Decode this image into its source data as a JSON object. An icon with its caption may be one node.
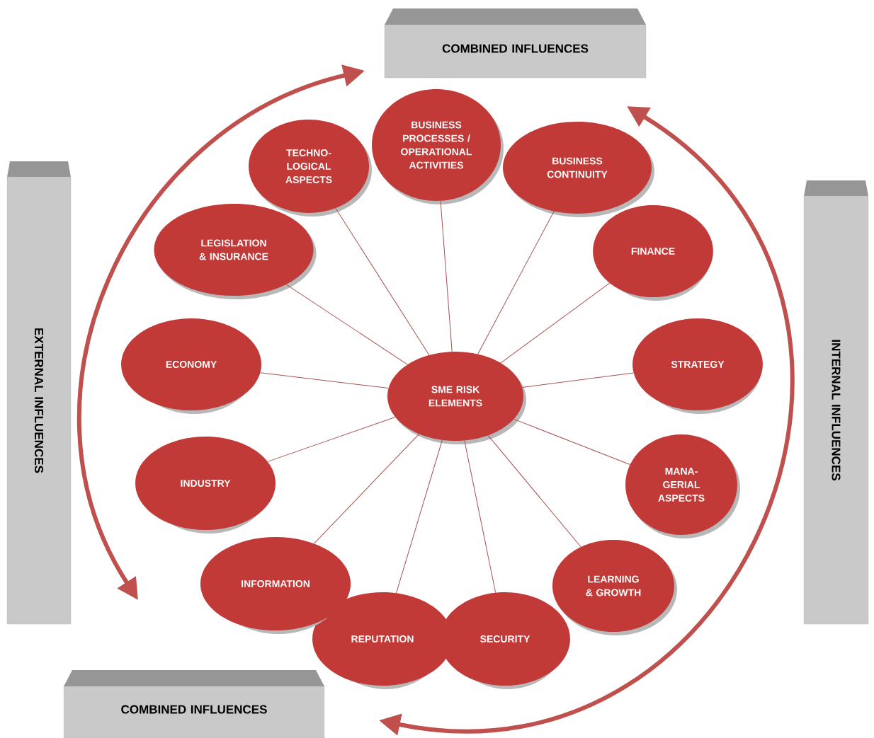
{
  "diagram": {
    "nodes": [
      {
        "text": [
          "SME RISK ELEMENTS"
        ]
      },
      {
        "text": [
          "TECHNO- LOGICAL ASPECTS"
        ]
      },
      {
        "text": [
          "BUSINESS PROCESSES / OPERATIONAL ACTIVITIES"
        ]
      },
      {
        "text": [
          "BUSINESS CONTINUITY"
        ]
      },
      {
        "text": [
          "FINANCE"
        ]
      },
      {
        "text": [
          "STRATEGY"
        ]
      },
      {
        "text": [
          "MANA- GERIAL ASPECTS"
        ]
      },
      {
        "text": [
          "LEARNING & GROWTH"
        ]
      },
      {
        "text": [
          "SECURITY"
        ]
      },
      {
        "text": [
          "REPUTATION"
        ]
      },
      {
        "text": [
          "INFORMATION"
        ]
      },
      {
        "text": [
          "INDUSTRY"
        ]
      },
      {
        "text": [
          "ECONOMY"
        ]
      },
      {
        "text": [
          "LEGISLATION & INSURANCE"
        ]
      },
      {
        "text": [
          "COMBINED INFLUENCES"
        ]
      },
      {
        "text": [
          "EXTERNAL INFLUENCES"
        ]
      },
      {
        "text": [
          "INTERNAL INFLUENCES"
        ]
      },
      {
        "text": [
          "COMBINED INFLUENCES"
        ]
      }
    ],
    "edges": [
      {
        "from": 0,
        "to": 1,
        "arrow": "none"
      },
      {
        "from": 0,
        "to": 2,
        "arrow": "none"
      },
      {
        "from": 0,
        "to": 3,
        "arrow": "none"
      },
      {
        "from": 0,
        "to": 4,
        "arrow": "none"
      },
      {
        "from": 0,
        "to": 5,
        "arrow": "none"
      },
      {
        "from": 0,
        "to": 6,
        "arrow": "none"
      },
      {
        "from": 0,
        "to": 7,
        "arrow": "none"
      },
      {
        "from": 0,
        "to": 8,
        "arrow": "none"
      },
      {
        "from": 0,
        "to": 9,
        "arrow": "none"
      },
      {
        "from": 0,
        "to": 10,
        "arrow": "none"
      },
      {
        "from": 0,
        "to": 11,
        "arrow": "none"
      },
      {
        "from": 0,
        "to": 12,
        "arrow": "none"
      },
      {
        "from": 0,
        "to": 13,
        "arrow": "none"
      }
    ]
  }
}
